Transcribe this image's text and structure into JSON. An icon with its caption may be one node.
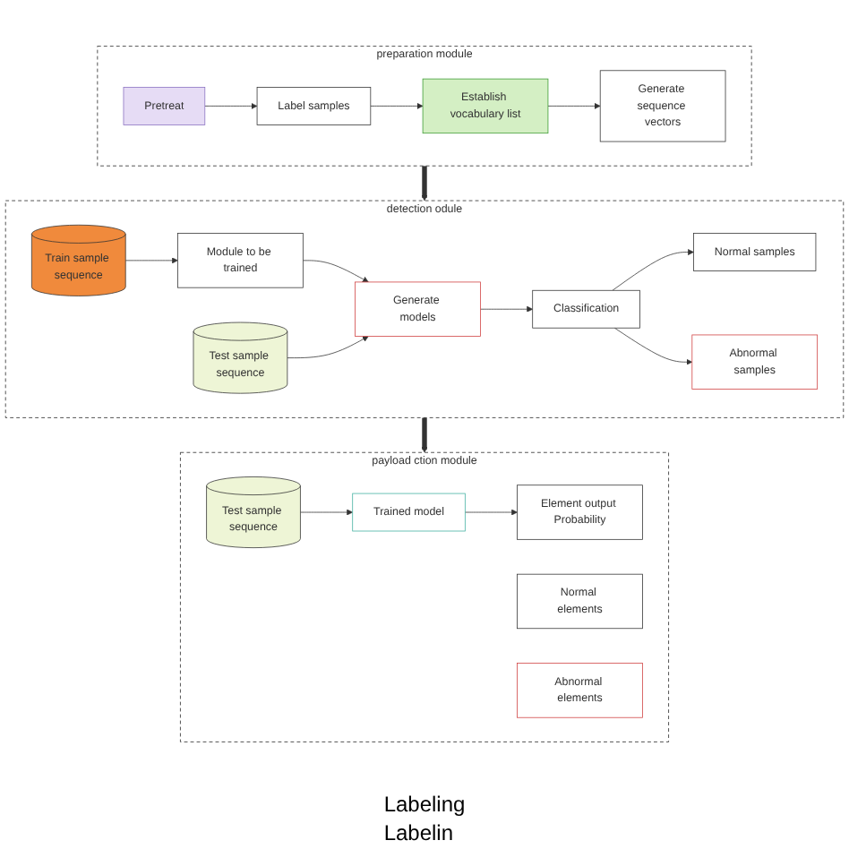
{
  "diagram": {
    "nodes": [
      {
        "text": [
          "preparation module"
        ]
      },
      {
        "text": [
          "Pretreat"
        ],
        "in": 0
      },
      {
        "text": [
          "Label samples"
        ],
        "in": 0
      },
      {
        "text": [
          "Establish vocabulary list"
        ],
        "in": 0
      },
      {
        "text": [
          "Generate sequence vectors"
        ],
        "in": 0
      },
      {
        "text": [
          "detection odule"
        ]
      },
      {
        "text": [
          "Train sample sequence"
        ],
        "in": 5
      },
      {
        "text": [
          "Module to be trained"
        ],
        "in": 5
      },
      {
        "text": [
          "Test sample sequence"
        ],
        "in": 5
      },
      {
        "text": [
          "Generate models"
        ],
        "in": 5
      },
      {
        "text": [
          "Classification"
        ],
        "in": 5
      },
      {
        "text": [
          "Normal samples"
        ],
        "in": 5
      },
      {
        "text": [
          "Abnormal samples"
        ],
        "in": 5
      },
      {
        "text": [
          "payload ction module"
        ]
      },
      {
        "text": [
          "Test sample sequence"
        ],
        "in": 13
      },
      {
        "text": [
          "Trained model"
        ],
        "in": 13
      },
      {
        "text": [
          "Element output Probability"
        ],
        "in": 13
      },
      {
        "text": [
          "Normal elements"
        ],
        "in": 13
      },
      {
        "text": [
          "Abnormal elements"
        ],
        "in": 13
      }
    ],
    "edges": [
      {
        "from": 1,
        "to": 2,
        "arrow": "to"
      },
      {
        "from": 2,
        "to": 3,
        "arrow": "to"
      },
      {
        "from": 3,
        "to": 4,
        "arrow": "to"
      },
      {
        "from": 0,
        "to": 5,
        "arrow": "to",
        "style": "thick"
      },
      {
        "from": 6,
        "to": 7,
        "arrow": "to"
      },
      {
        "from": 7,
        "to": 9,
        "arrow": "to"
      },
      {
        "from": 8,
        "to": 9,
        "arrow": "to"
      },
      {
        "from": 9,
        "to": 10,
        "arrow": "to"
      },
      {
        "from": 10,
        "to": 11,
        "arrow": "to"
      },
      {
        "from": 10,
        "to": 12,
        "arrow": "to"
      },
      {
        "from": 5,
        "to": 13,
        "arrow": "to",
        "style": "thick"
      },
      {
        "from": 14,
        "to": 15,
        "arrow": "to"
      },
      {
        "from": 15,
        "to": 16,
        "arrow": "to"
      }
    ],
    "labels": [
      "Labeling",
      "Labelin"
    ]
  }
}
